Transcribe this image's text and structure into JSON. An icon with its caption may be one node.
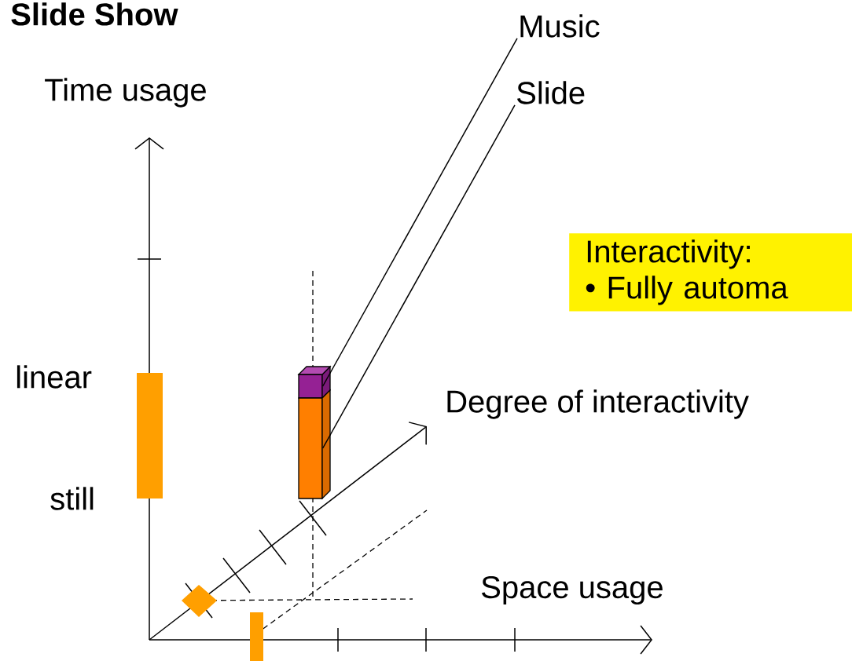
{
  "diagram": {
    "title": "Slide Show",
    "nodes": [
      {
        "text": [
          "Music"
        ]
      },
      {
        "text": [
          "Slide"
        ]
      },
      {
        "text": [],
        "shape": "box"
      },
      {
        "text": [],
        "shape": "bar"
      },
      {
        "text": [
          "Interactivity:",
          "• Fully automa"
        ]
      }
    ],
    "edges": [
      {
        "from": 0,
        "to": 2,
        "arrow": "none"
      },
      {
        "from": 1,
        "to": 3,
        "arrow": "none"
      }
    ],
    "labels": [
      "Time usage",
      "linear",
      "still",
      "Degree of interactivity",
      "Space usage"
    ]
  }
}
